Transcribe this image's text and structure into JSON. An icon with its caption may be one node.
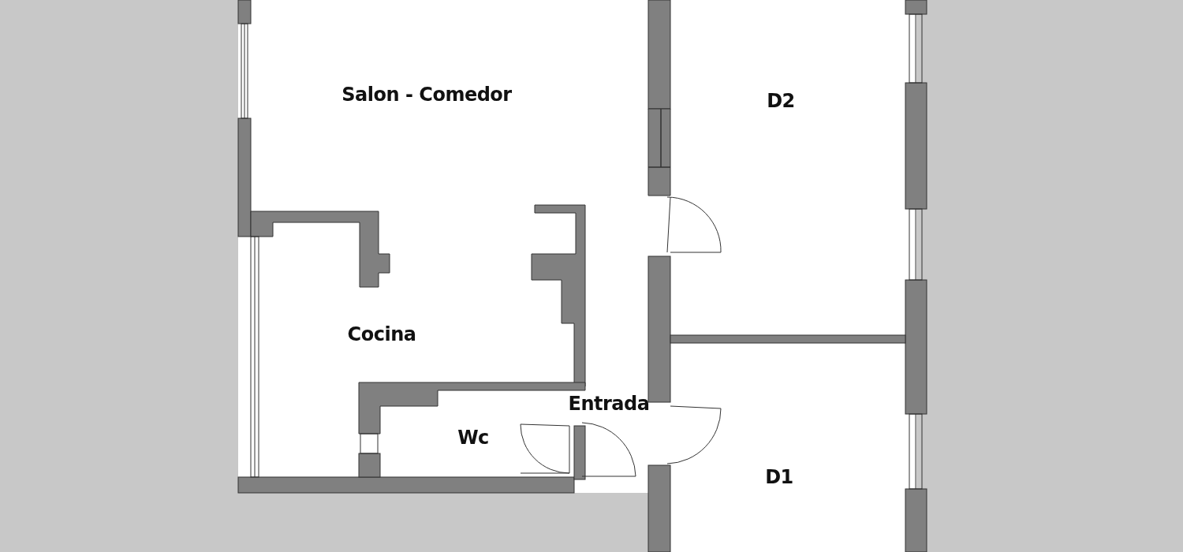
{
  "diagram": {
    "labels": [
      "Salon - Comedor",
      "D2",
      "Cocina",
      "Entrada",
      "Wc",
      "D1"
    ]
  }
}
